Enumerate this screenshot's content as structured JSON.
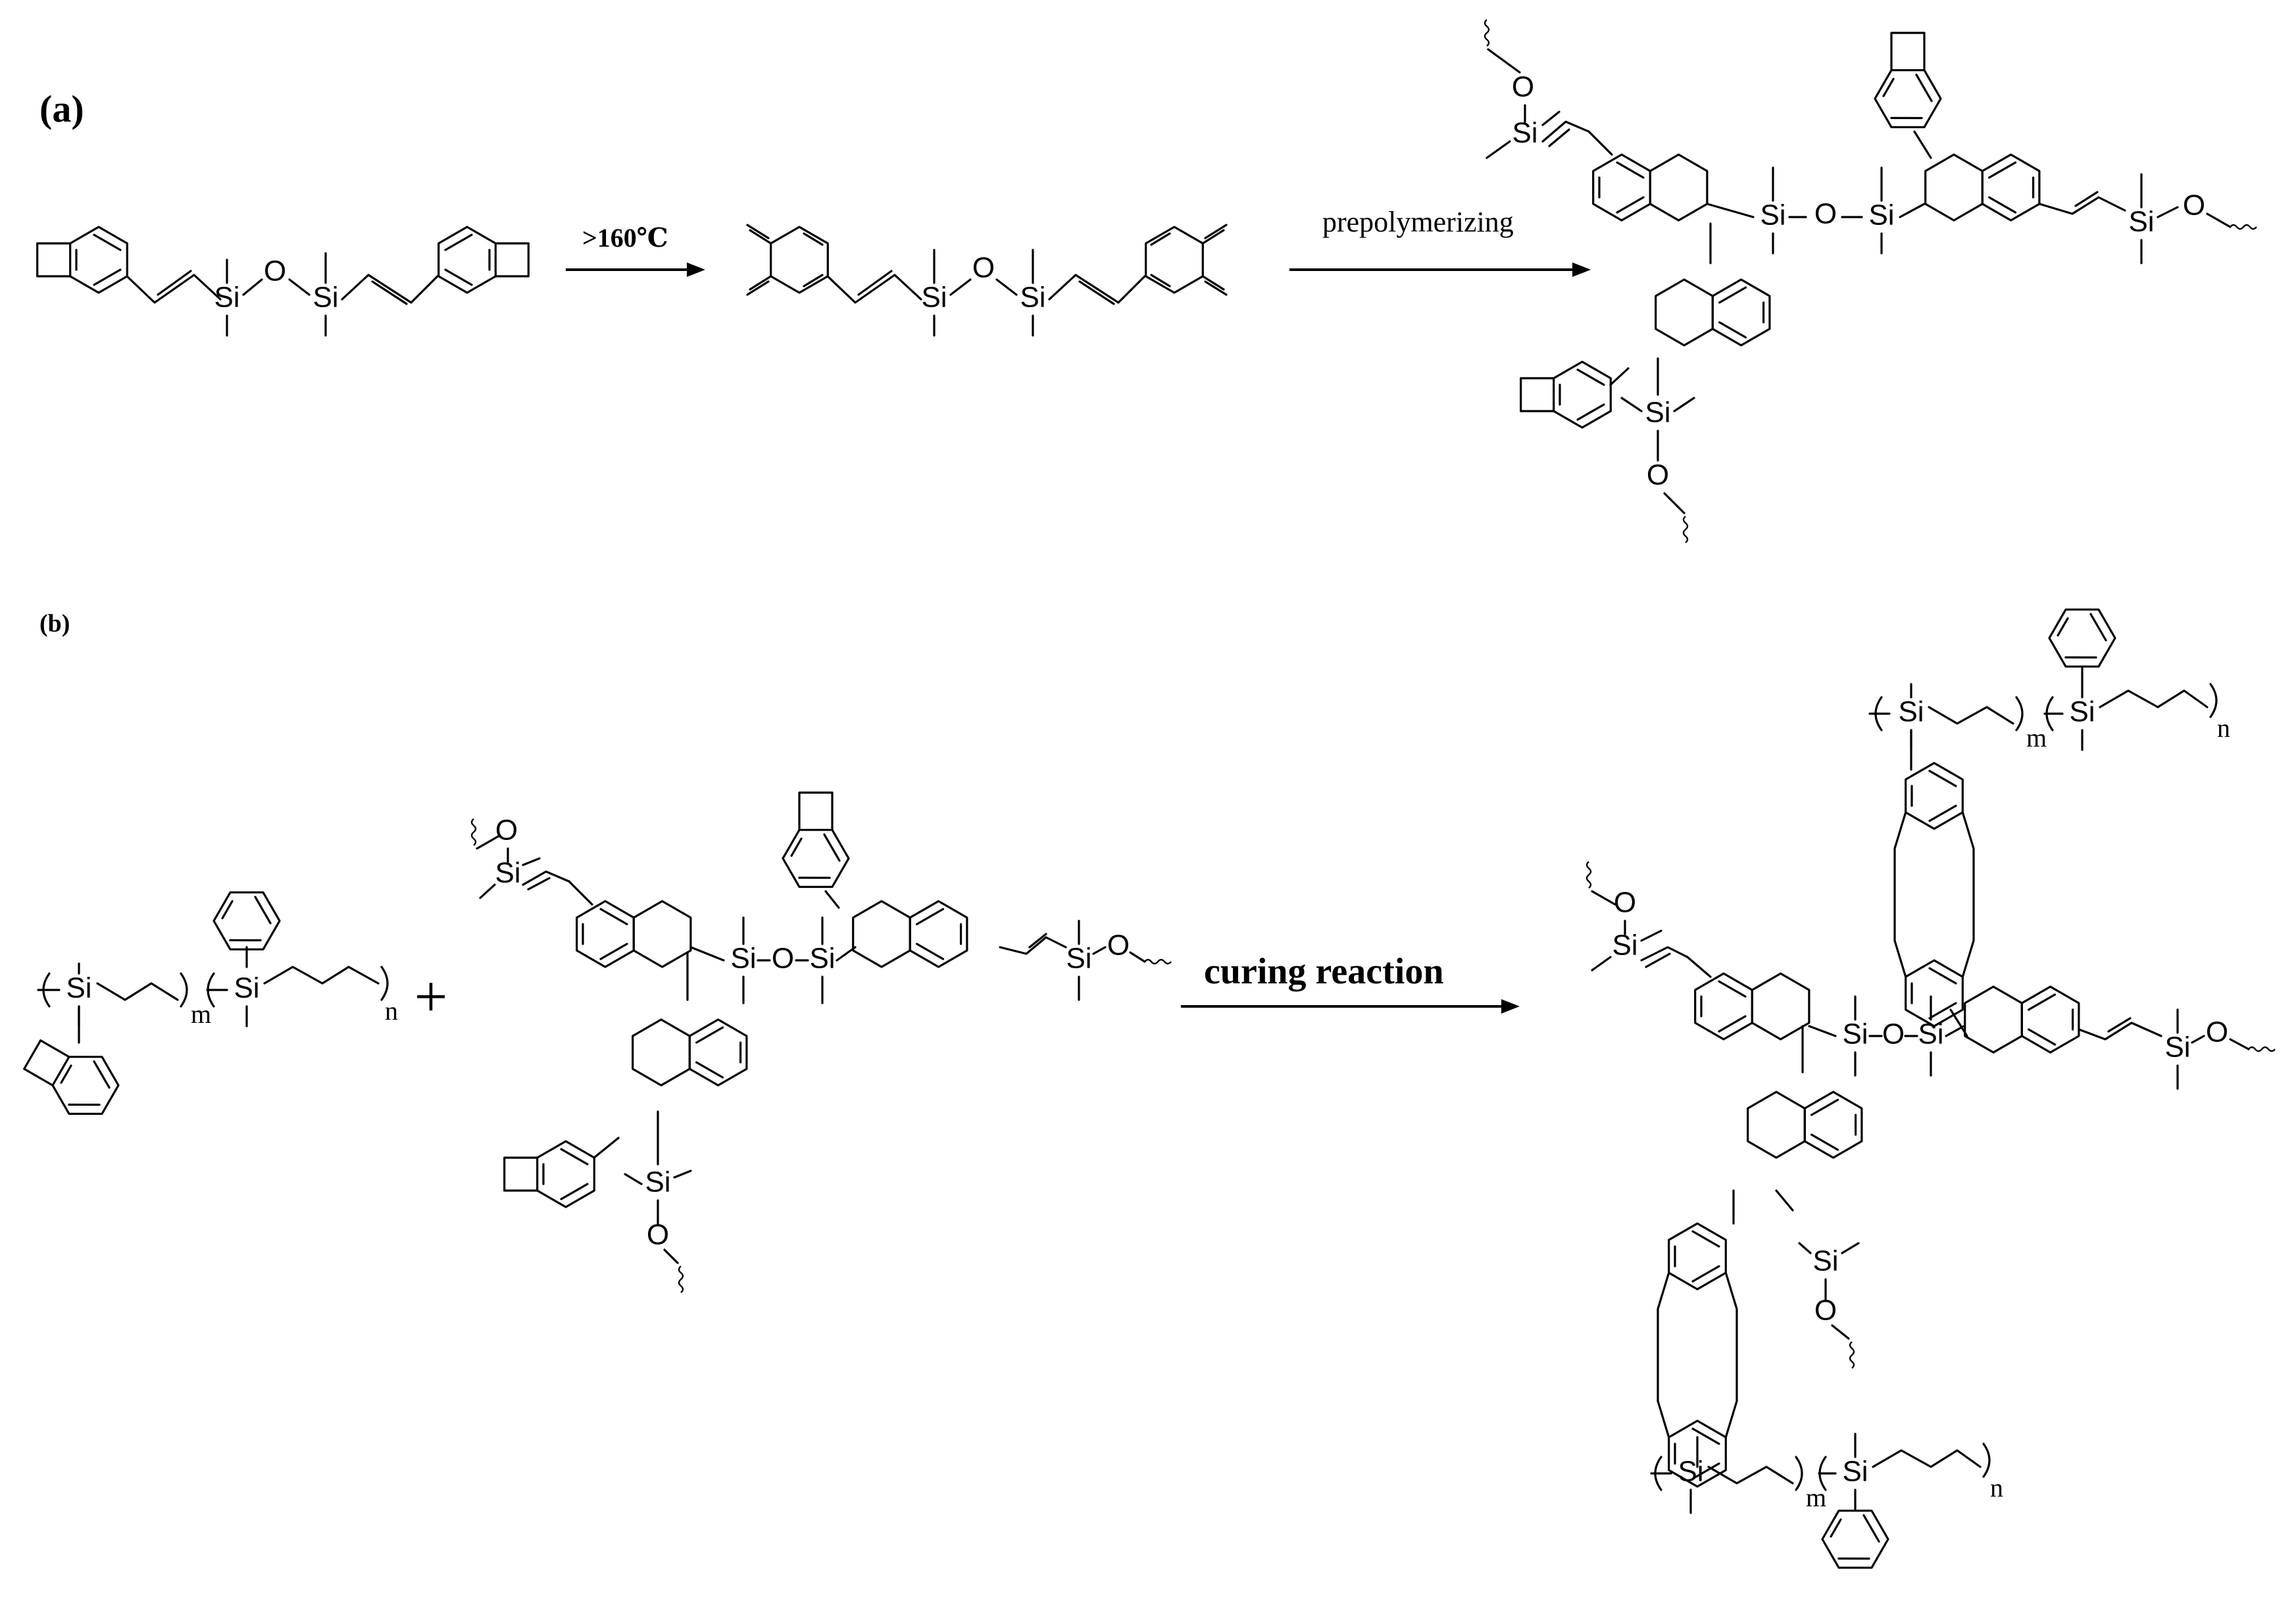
{
  "figure": {
    "panel_a": {
      "label": "(a)",
      "condition_1": ">160℃",
      "condition_2": "prepolymerizing"
    },
    "panel_b": {
      "label": "(b)",
      "plus": "+",
      "condition": "curing reaction"
    }
  },
  "atoms": {
    "si": "Si",
    "o": "O"
  },
  "subscripts": {
    "m": "m",
    "n": "n"
  },
  "colors": {
    "ink": "#000000",
    "background": "#ffffff"
  }
}
